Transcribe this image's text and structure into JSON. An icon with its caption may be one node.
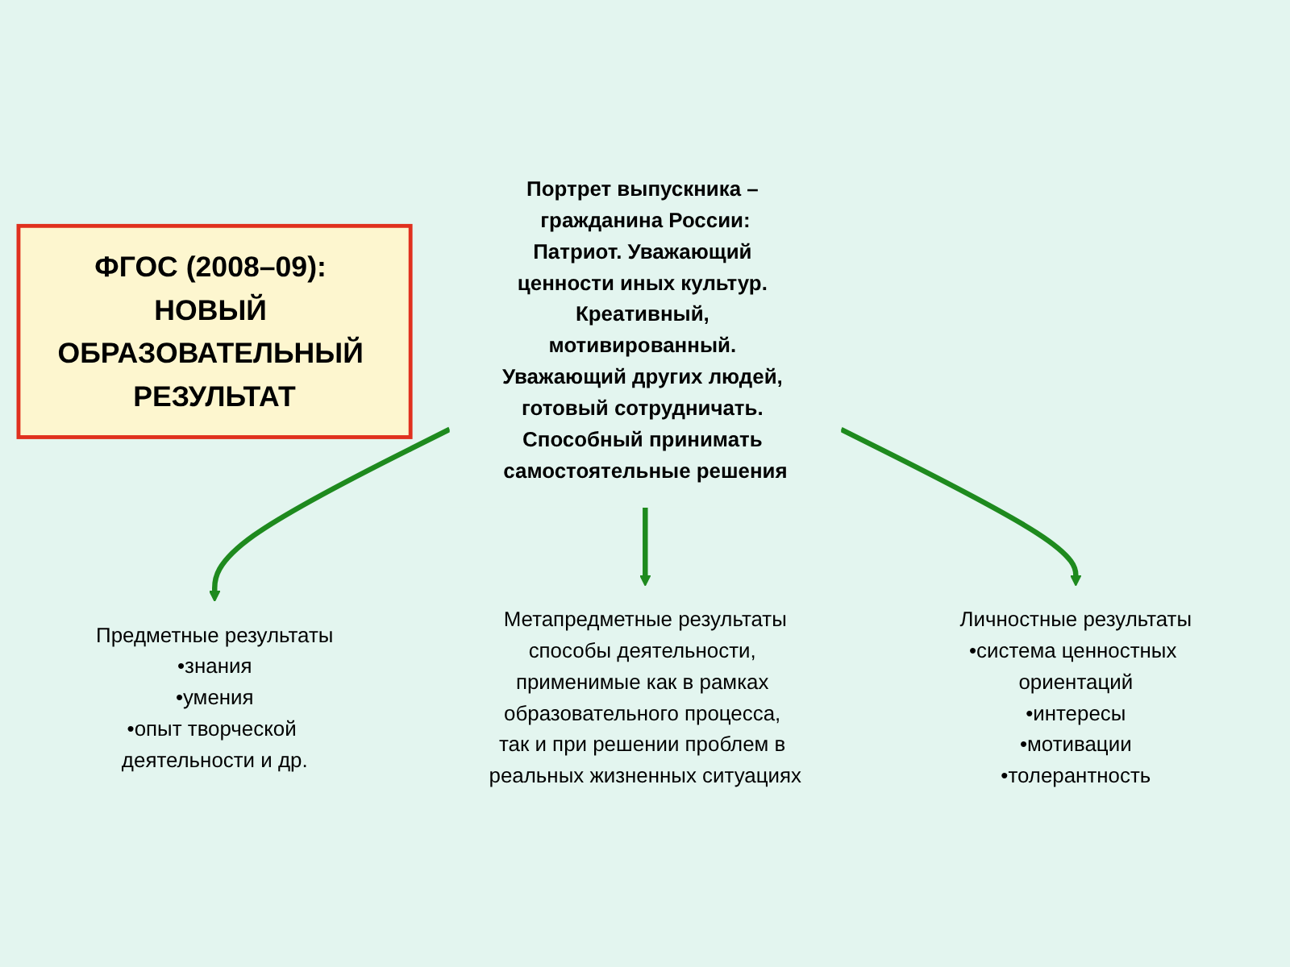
{
  "diagram": {
    "nodes": [
      {
        "text": [
          "ФГОС (2008–09): НОВЫЙ ОБРАЗОВАТЕЛЬНЫЙ РЕЗУЛЬТАТ"
        ]
      },
      {
        "text": [
          "Портрет выпускника – гражданина России:",
          "Патриот. Уважающий ценности иных культур. Креативный, мотивированный. Уважающий других людей, готовый сотрудничать. Способный принимать самостоятельные решения"
        ]
      },
      {
        "text": [
          "Предметные результаты",
          "•знания",
          "•умения",
          "•опыт творческой деятельности и др."
        ]
      },
      {
        "text": [
          "Метапредметные результаты",
          "способы деятельности, применимые как в рамках образовательного процесса, так и при решении проблем в реальных жизненных ситуациях"
        ]
      },
      {
        "text": [
          "Личностные результаты",
          "•система ценностных ориентаций",
          "•интересы",
          "•мотивации",
          "•толерантность"
        ]
      }
    ],
    "edges": [
      {
        "from": 1,
        "to": 2,
        "arrow": "to"
      },
      {
        "from": 1,
        "to": 3,
        "arrow": "to"
      },
      {
        "from": 1,
        "to": 4,
        "arrow": "to"
      }
    ]
  }
}
